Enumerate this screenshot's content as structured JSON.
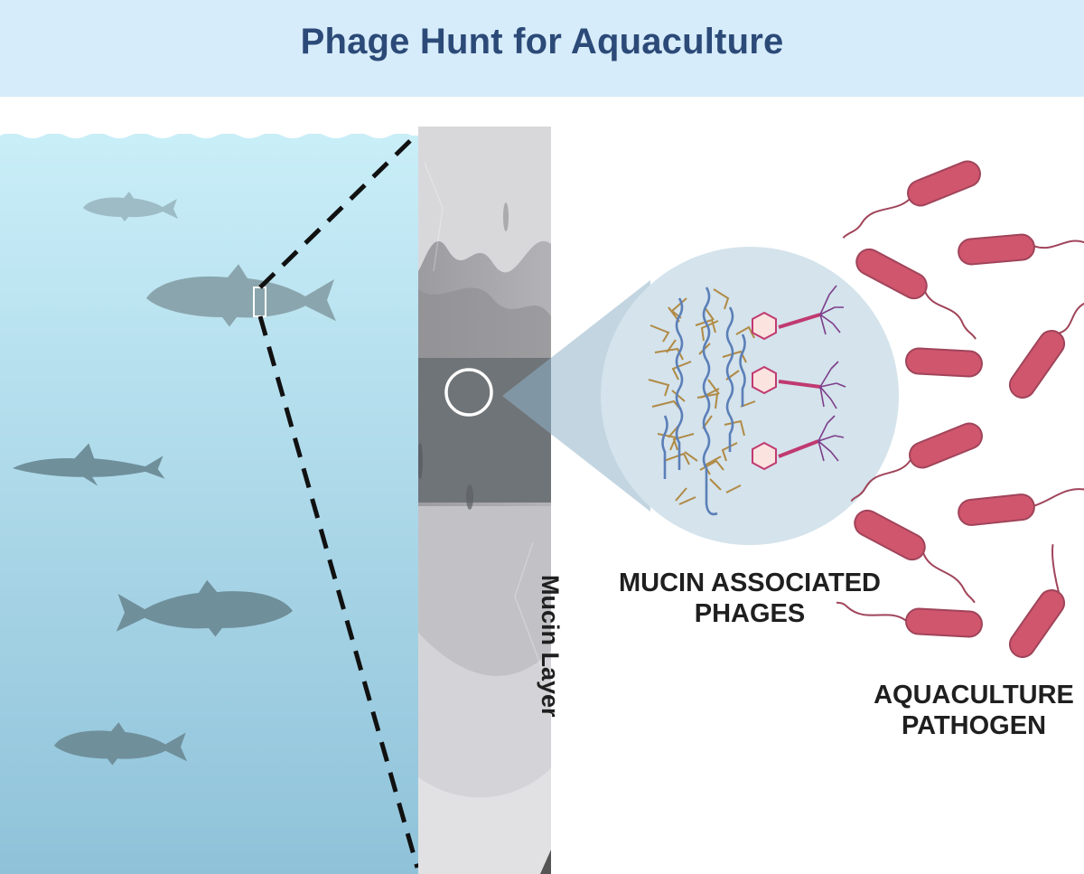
{
  "header": {
    "title": "Phage Hunt for Aquaculture"
  },
  "labels": {
    "mucin_layer": "Mucin Layer",
    "phages_line1": "MUCIN ASSOCIATED",
    "phages_line2": "PHAGES",
    "pathogen_line1": "AQUACULTURE",
    "pathogen_line2": "PATHOGEN"
  },
  "colors": {
    "header_bg": "#d7ecfa",
    "title": "#2c4a78",
    "water_top": "#c9eef8",
    "water_bottom": "#8fc2d9",
    "fish": "#8aa8b2",
    "mucin_gray": "#a9a9ad",
    "bacteria": "#d0566d",
    "phage_head": "#fbe3df",
    "mucin_strand": "#5b7fb8",
    "glycan": "#b08a45"
  },
  "icons": {
    "fish": "fish-icon",
    "shark": "shark-icon",
    "magnifier": "zoom-circle-icon",
    "phage": "phage-icon",
    "bacterium": "bacterium-icon"
  }
}
